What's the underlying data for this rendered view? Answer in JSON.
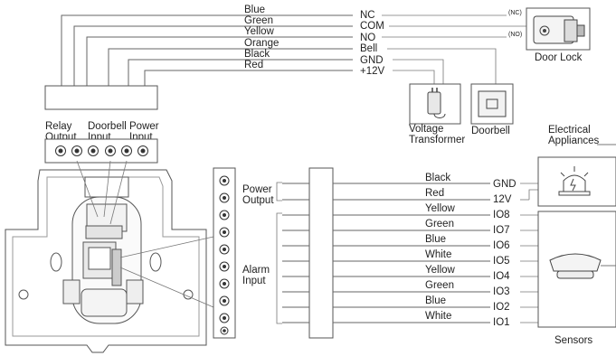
{
  "top_wires": {
    "colors": [
      "Blue",
      "Green",
      "Yellow",
      "Orange",
      "Black",
      "Red"
    ],
    "terminals": [
      "NC",
      "COM",
      "NO",
      "Bell",
      "GND",
      "+12V"
    ]
  },
  "device_ports": {
    "relay_output": "Relay Output",
    "doorbell_input": "Doorbell Input",
    "power_input": "Power Input"
  },
  "door_lock": {
    "label": "Door Lock",
    "nc_tag": "(NC)",
    "no_tag": "(NO)"
  },
  "voltage_transformer": "Voltage Transformer",
  "doorbell": "Doorbell",
  "electrical_appliances": "Electrical Appliances",
  "sensors": "Sensors",
  "power_output": "Power Output",
  "alarm_input": "Alarm Input",
  "bottom_wires": {
    "colors": [
      "Black",
      "Red",
      "Yellow",
      "Green",
      "Blue",
      "White",
      "Yellow",
      "Green",
      "Blue",
      "White"
    ],
    "terminals": [
      "GND",
      "12V",
      "IO8",
      "IO7",
      "IO6",
      "IO5",
      "IO4",
      "IO3",
      "IO2",
      "IO1"
    ]
  }
}
